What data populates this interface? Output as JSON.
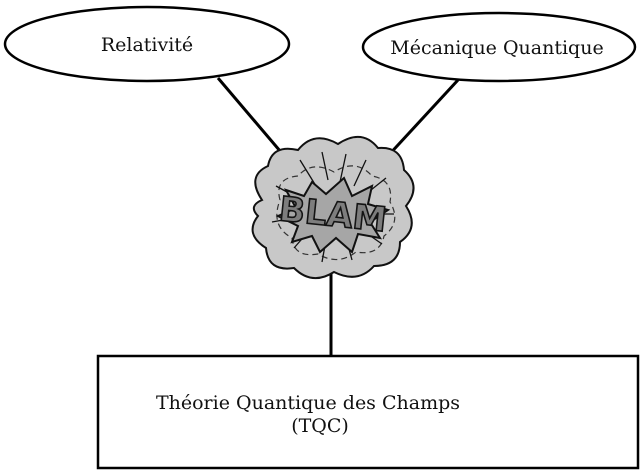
{
  "nodes": {
    "relativite": {
      "label": "Relativité"
    },
    "mecanique_quantique": {
      "label": "Mécanique Quantique"
    },
    "impact": {
      "label": "BLAM"
    },
    "tqc": {
      "line1": "Théorie Quantique des Champs",
      "line2": "(TQC)"
    }
  },
  "colors": {
    "stroke": "#000000",
    "cloud_fill": "#c8c8c8",
    "burst_fill": "#a6a6a6"
  }
}
